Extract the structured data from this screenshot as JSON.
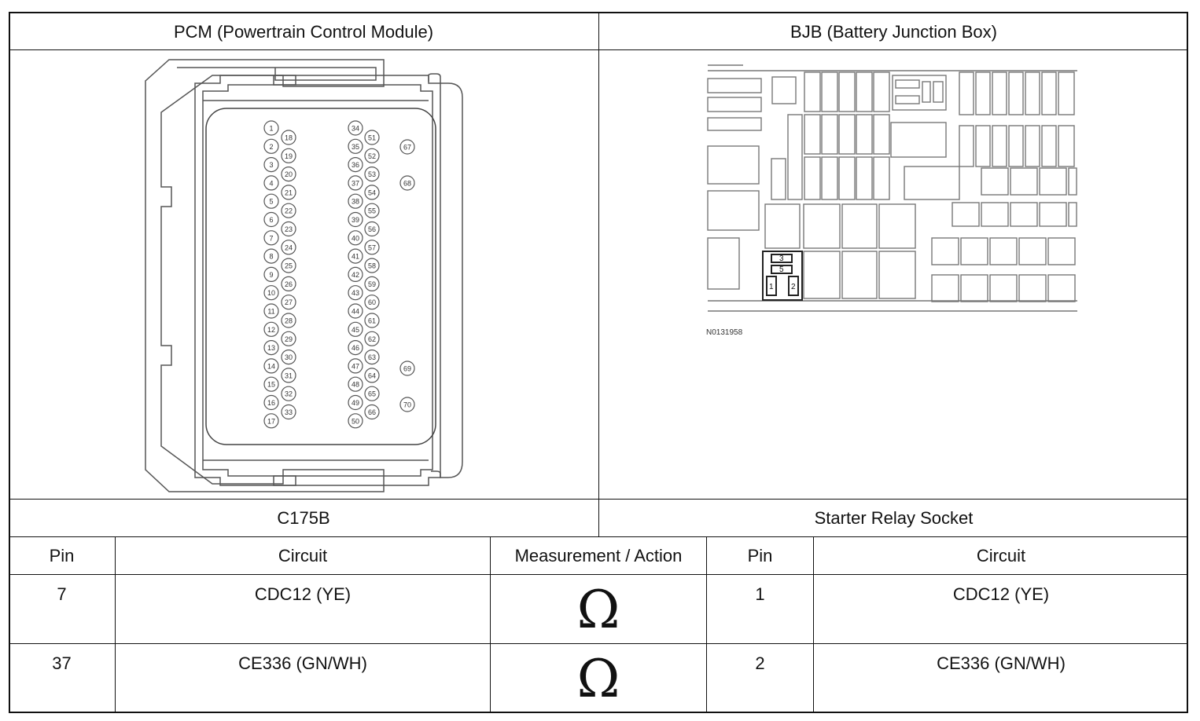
{
  "headers": {
    "pcm": "PCM (Powertrain Control Module)",
    "bjb": "BJB (Battery Junction Box)"
  },
  "connectors": {
    "left": "C175B",
    "right": "Starter Relay Socket"
  },
  "table": {
    "columns": [
      "Pin",
      "Circuit",
      "Measurement / Action",
      "Pin",
      "Circuit"
    ],
    "rows": [
      {
        "pin_a": "7",
        "circuit_a": "CDC12 (YE)",
        "action": "Ω",
        "pin_b": "1",
        "circuit_b": "CDC12 (YE)"
      },
      {
        "pin_a": "37",
        "circuit_a": "CE336 (GN/WH)",
        "action": "Ω",
        "pin_b": "2",
        "circuit_b": "CE336 (GN/WH)"
      }
    ]
  },
  "pcm_connector": {
    "col1": [
      "1",
      "2",
      "3",
      "4",
      "5",
      "6",
      "7",
      "8",
      "9",
      "10",
      "11",
      "12",
      "13",
      "14",
      "15",
      "16",
      "17"
    ],
    "col2": [
      "18",
      "19",
      "20",
      "21",
      "22",
      "23",
      "24",
      "25",
      "26",
      "27",
      "28",
      "29",
      "30",
      "31",
      "32",
      "33"
    ],
    "col3": [
      "34",
      "35",
      "36",
      "37",
      "38",
      "39",
      "40",
      "41",
      "42",
      "43",
      "44",
      "45",
      "46",
      "47",
      "48",
      "49",
      "50"
    ],
    "col4": [
      "51",
      "52",
      "53",
      "54",
      "55",
      "56",
      "57",
      "58",
      "59",
      "60",
      "61",
      "62",
      "63",
      "64",
      "65",
      "66"
    ],
    "extra": [
      "67",
      "68",
      "69",
      "70"
    ]
  },
  "bjb_diagram": {
    "relay_labels": [
      "3",
      "5",
      "1",
      "2"
    ],
    "figure_id": "N0131958"
  }
}
